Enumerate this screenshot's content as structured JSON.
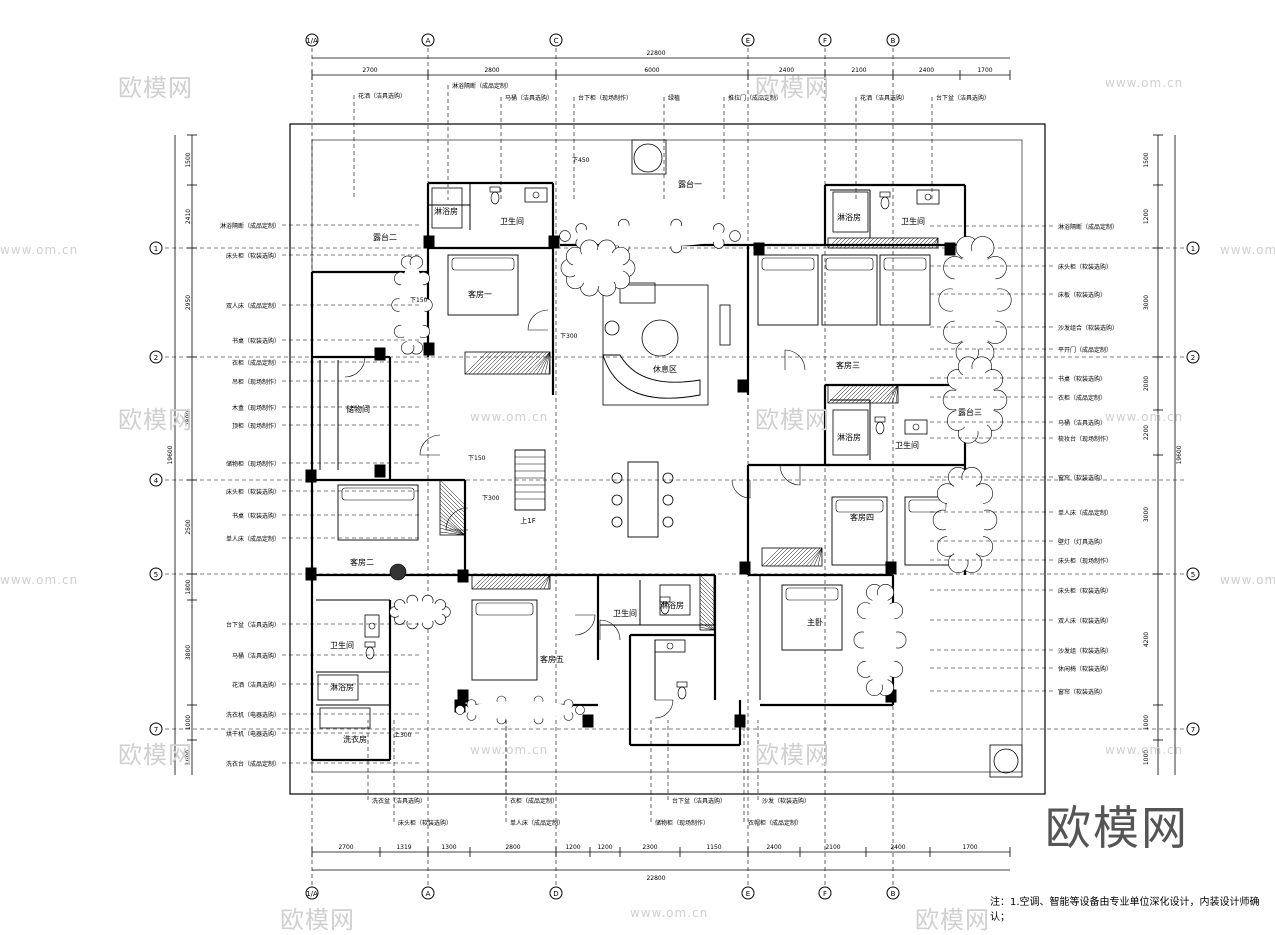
{
  "grid_labels": {
    "top": [
      "1/A",
      "A",
      "C",
      "E",
      "F",
      "B"
    ],
    "bottom": [
      "1/A",
      "A",
      "D",
      "E",
      "F",
      "B"
    ],
    "left": [
      "1",
      "2",
      "4",
      "5",
      "7"
    ],
    "right": [
      "1",
      "2",
      "5",
      "7"
    ]
  },
  "dims": {
    "top_total": "22800",
    "top": [
      "2700",
      "2800",
      "6000",
      "2400",
      "2100",
      "2400",
      "1700"
    ],
    "bottom_total": "22800",
    "bottom": [
      "2700",
      "1319",
      "1300",
      "2800",
      "1200",
      "1200",
      "2300",
      "1150",
      "2400",
      "2100",
      "2400",
      "1700"
    ],
    "left": [
      "1500",
      "2410",
      "2950",
      "2800",
      "2500",
      "1800",
      "3800",
      "1000",
      "1000"
    ],
    "left_total": "19600",
    "right": [
      "1500",
      "1200",
      "3000",
      "2000",
      "2200",
      "3000",
      "4200",
      "1000",
      "1000"
    ],
    "right_total": "19600"
  },
  "rooms": {
    "guest1": "客房一",
    "guest2": "客房二",
    "guest3": "客房三",
    "guest4": "客房四",
    "guest5": "客房五",
    "master": "主卧",
    "lounge": "休息区",
    "storage": "储物间",
    "bath": "卫生间",
    "shower": "淋浴房",
    "laundry": "洗衣房",
    "terrace1": "露台一",
    "terrace2": "露台二",
    "terrace3": "露台三",
    "stairs": "上1F"
  },
  "levels": {
    "l1": "下450",
    "l2": "下150",
    "l3": "下300",
    "l4": "下150",
    "l5": "下300",
    "l6": "上300"
  },
  "callouts": {
    "left": [
      "淋浴隔断（成品定制）",
      "床头柜（软装选购）",
      "双人床（成品定制）",
      "书桌（软装选购）",
      "衣柜（成品定制）",
      "吊柜（现场制作）",
      "木盒（现场制作）",
      "顶柜（现场制作）",
      "储物柜（现场制作）",
      "床头柜（软装选购）",
      "书桌（软装选购）",
      "单人床（成品定制）",
      "台下盆（洁具选购）",
      "马桶（洁具选购）",
      "花洒（洁具选购）",
      "洗衣机（电器选购）",
      "烘干机（电器选购）",
      "洗衣台（成品定制）"
    ],
    "right": [
      "淋浴隔断（成品定制）",
      "床头柜（软装选购）",
      "床板（软装选购）",
      "沙发组合（软装选购）",
      "平开门（成品定制）",
      "书桌（软装选购）",
      "衣柜（成品定制）",
      "马桶（洁具选购）",
      "梳妆台（现场制作）",
      "窗帘（软装选购）",
      "单人床（成品定制）",
      "壁灯（灯具选购）",
      "床头柜（现场制作）",
      "床头柜（软装选购）",
      "双人床（软装选购）",
      "沙发组（软装选购）",
      "休闲椅（软装选购）",
      "窗帘（软装选购）"
    ],
    "top": [
      "花洒（洁具选购）",
      "淋浴隔断（成品定制）",
      "马桶（洁具选购）",
      "台下柜（现场制作）",
      "绿植",
      "推拉门（成品定制）",
      "花洒（洁具选购）",
      "台下盆（洁具选购）"
    ],
    "bottom": [
      "洗衣盆（洁具选购）",
      "床头柜（软装选购）",
      "衣柜（成品定制）",
      "单人床（成品定制）",
      "台下盆（洁具选购）",
      "储物柜（现场制作）",
      "沙发（软装选购）",
      "衣帽柜（成品定制）"
    ]
  },
  "watermarks": {
    "large": "欧模网",
    "small": "www.om.cn"
  },
  "brand": "欧模网",
  "note": "注：1.空调、智能等设备由专业单位深化设计，内装设计师确认；"
}
